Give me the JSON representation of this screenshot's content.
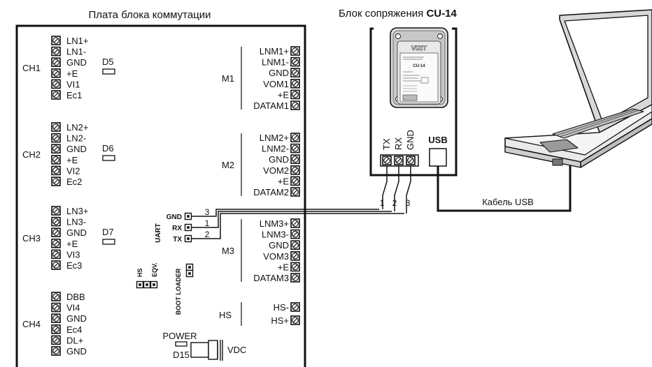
{
  "board": {
    "title": "Плата блока коммутации",
    "channels": [
      {
        "name": "CH1",
        "led": "D5",
        "terminals": [
          "LN1+",
          "LN1-",
          "GND",
          "+E",
          "VI1",
          "Ec1"
        ]
      },
      {
        "name": "CH2",
        "led": "D6",
        "terminals": [
          "LN2+",
          "LN2-",
          "GND",
          "+E",
          "VI2",
          "Ec2"
        ]
      },
      {
        "name": "CH3",
        "led": "D7",
        "terminals": [
          "LN3+",
          "LN3-",
          "GND",
          "+E",
          "VI3",
          "Ec3"
        ]
      },
      {
        "name": "CH4",
        "terminals": [
          "DBB",
          "VI4",
          "GND",
          "Ec4",
          "DL+",
          "GND"
        ]
      }
    ],
    "modules": [
      {
        "name": "M1",
        "terminals": [
          "LNM1+",
          "LNM1-",
          "GND",
          "VOM1",
          "+E",
          "DATAM1"
        ]
      },
      {
        "name": "M2",
        "terminals": [
          "LNM2+",
          "LNM2-",
          "GND",
          "VOM2",
          "+E",
          "DATAM2"
        ]
      },
      {
        "name": "M3",
        "terminals": [
          "LNM3+",
          "LNM3-",
          "GND",
          "VOM3",
          "+E",
          "DATAM3"
        ]
      }
    ],
    "hs": {
      "name": "HS",
      "terminals": [
        "HS-",
        "HS+"
      ]
    },
    "uart": {
      "label": "UART",
      "pins": [
        "GND",
        "RX",
        "TX"
      ],
      "numbers": [
        "3",
        "1",
        "2"
      ]
    },
    "hs_eqv": {
      "hs": "HS",
      "eqv": "EQV."
    },
    "boot_loader": "BOOT LOADER",
    "power": {
      "label": "POWER",
      "led": "D15",
      "connector": "VDC"
    }
  },
  "adapter": {
    "title_prefix": "Блок сопряжения ",
    "title_model": "CU-14",
    "brand": "VIZIT",
    "device_model": "CU-14",
    "terminals": [
      "TX",
      "RX",
      "GND"
    ],
    "wire_numbers": [
      "1",
      "2",
      "3"
    ],
    "usb_label": "USB"
  },
  "cable": {
    "label": "Кабель USB"
  }
}
